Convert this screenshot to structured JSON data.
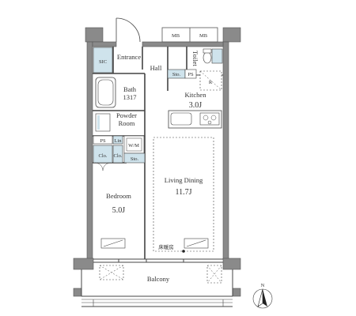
{
  "rooms": {
    "entrance": "Entrance",
    "sic": "SIC",
    "hall": "Hall",
    "toilet": "Toilet",
    "bath": "Bath",
    "bath_size": "1317",
    "kitchen": "Kitchen",
    "kitchen_size": "3.0J",
    "powder_room_1": "Powder",
    "powder_room_2": "Room",
    "living_dining": "Living Dining",
    "living_dining_size": "11.7J",
    "bedroom": "Bedroom",
    "bedroom_size": "5.0J",
    "balcony": "Balcony"
  },
  "fixtures": {
    "mb_1": "MB",
    "mb_2": "MB",
    "sto_hall": "Sto.",
    "ps_hall": "PS",
    "refrigerator": "R",
    "ps_left": "PS",
    "lin": "Lin",
    "wm": "W/M",
    "closet_1": "Clo.",
    "closet_2": "Clo.",
    "sto_bed": "Sto.",
    "floor_heating": "床暖房"
  },
  "compass": {
    "north": "N"
  },
  "colors": {
    "wall": "#7a7a7a",
    "wall_dark": "#555555",
    "storage_fill": "#cfe3ec",
    "line": "#444444"
  }
}
